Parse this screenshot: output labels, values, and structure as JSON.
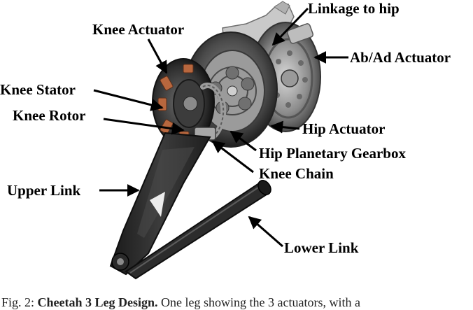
{
  "labels": {
    "linkage_to_hip": "Linkage to hip",
    "knee_actuator": "Knee Actuator",
    "ab_ad_actuator": "Ab/Ad Actuator",
    "knee_stator": "Knee Stator",
    "knee_rotor": "Knee Rotor",
    "hip_actuator": "Hip Actuator",
    "hip_planetary_gearbox": "Hip Planetary Gearbox",
    "knee_chain": "Knee Chain",
    "upper_link": "Upper Link",
    "lower_link": "Lower Link"
  },
  "caption": {
    "prefix": "Fig. 2: ",
    "title": "Cheetah 3 Leg Design.",
    "text": " One leg showing the 3 actuators, with a"
  },
  "colors": {
    "link_dark": "#2b2b2b",
    "stator_copper": "#b8673e",
    "actuator_gray": "#8a8a8a",
    "bracket_light": "#c9c9c9"
  }
}
